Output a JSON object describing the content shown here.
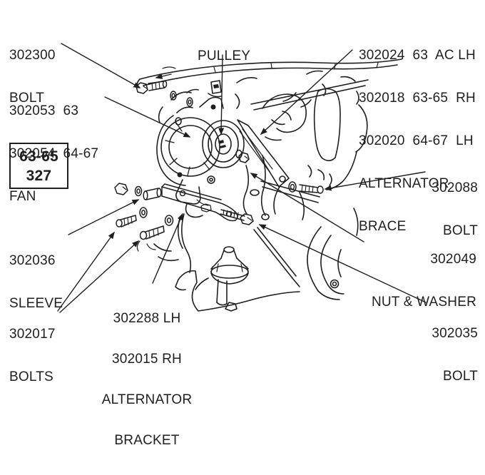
{
  "figure": {
    "kind": "exploded parts diagram",
    "subject": "alternator mounting, 63-65 327 engine"
  },
  "colors": {
    "ink": "#1f1f1f",
    "paper": "#ffffff"
  },
  "badge": {
    "l1": "63-65",
    "l2": "327"
  },
  "labels": {
    "bolt_top": {
      "l1": "302300",
      "l2": "BOLT"
    },
    "fan": {
      "l1": "302053  63",
      "l2": "302054  64-67",
      "l3": "FAN"
    },
    "pulley": {
      "l1": "PULLEY"
    },
    "brace": {
      "l1": "302024  63  AC LH",
      "l2": "302018  63-65  RH",
      "l3": "302020  64-67  LH",
      "l4": "ALTERNATOR",
      "l5": "BRACE"
    },
    "bolt_right": {
      "l1": "302088",
      "l2": "BOLT"
    },
    "sleeve": {
      "l1": "302036",
      "l2": "SLEEVE"
    },
    "nut_washer": {
      "l1": "302049",
      "l2": "NUT & WASHER"
    },
    "bolts": {
      "l1": "302017",
      "l2": "BOLTS"
    },
    "bracket": {
      "l1": "302288 LH",
      "l2": "302015 RH",
      "l3": "ALTERNATOR",
      "l4": "BRACKET"
    },
    "bolt_bottom": {
      "l1": "302035",
      "l2": "BOLT"
    }
  }
}
